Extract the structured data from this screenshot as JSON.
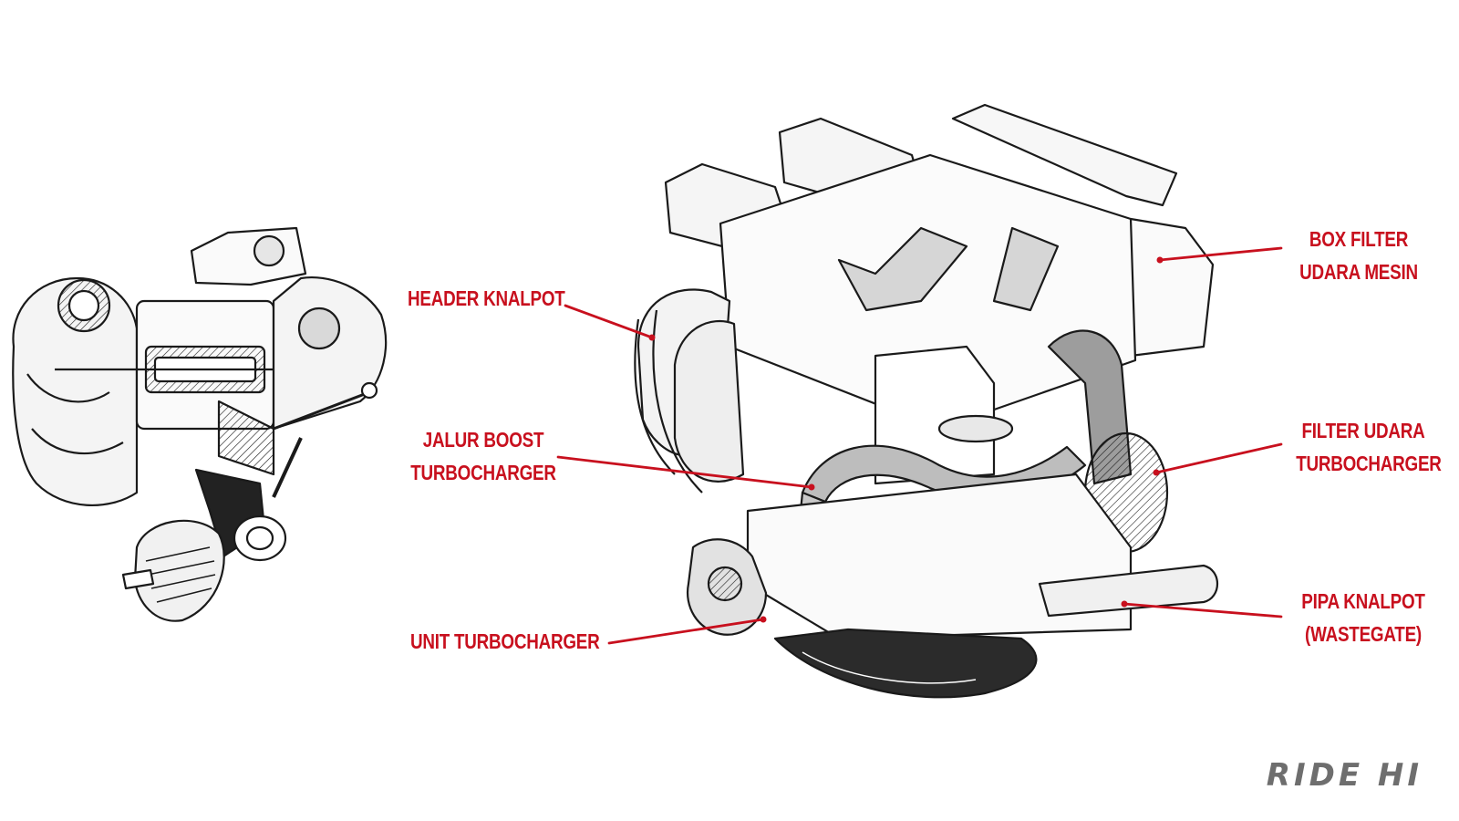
{
  "colors": {
    "label": "#c8101e",
    "line": "#c8101e",
    "ink": "#1a1a1a",
    "shade": "#bdbdbd",
    "brand": "#6e6e6e"
  },
  "labels": {
    "header_knalpot": "HEADER KNALPOT",
    "jalur_boost": [
      "JALUR BOOST",
      "TURBOCHARGER"
    ],
    "unit_turbo": "UNIT TURBOCHARGER",
    "box_filter": [
      "BOX FILTER",
      "UDARA MESIN"
    ],
    "filter_udara": [
      "FILTER UDARA",
      "TURBOCHARGER"
    ],
    "pipa_knalpot": [
      "PIPA KNALPOT",
      "(WASTEGATE)"
    ]
  },
  "brand": "RIDE HI",
  "icons": {
    "turbo_illustration": "turbocharger-cutaway-drawing",
    "engine_illustration": "engine-cutaway-drawing"
  }
}
